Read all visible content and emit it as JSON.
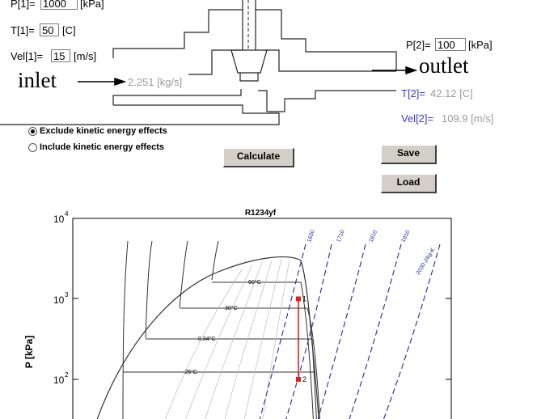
{
  "inputs": {
    "p1_label": "P[1]=",
    "p1_value": "1000",
    "p1_unit": "[kPa]",
    "t1_label": "T[1]=",
    "t1_value": "50",
    "t1_unit": "[C]",
    "vel1_label": "Vel[1]=",
    "vel1_value": "15",
    "vel1_unit": "[m/s]",
    "p2_label": "P[2]=",
    "p2_value": "100",
    "p2_unit": "[kPa]"
  },
  "diagram": {
    "inlet_label": "inlet",
    "outlet_label": "outlet",
    "mass_flow": "2.251 [kg/s]"
  },
  "results": {
    "t2_label": "T[2]=",
    "t2_value": "42.12 [C]",
    "vel2_label": "Vel[2]=",
    "vel2_value": "109.9 [m/s]"
  },
  "options": {
    "exclude_label": "Exclude kinetic energy effects",
    "include_label": "Include kinetic energy effects",
    "selected": "exclude"
  },
  "buttons": {
    "calculate": "Calculate",
    "save": "Save",
    "load": "Load"
  },
  "chart_data": {
    "type": "line",
    "title": "R1234yf",
    "ylabel": "P [kPa]",
    "y_scale": "log",
    "y_ticks": [
      {
        "base": "10",
        "exp": "4"
      },
      {
        "base": "10",
        "exp": "3"
      },
      {
        "base": "10",
        "exp": "2"
      }
    ],
    "isotherm_labels": [
      "60°C",
      "30°C",
      "0.34°C",
      "-25°C"
    ],
    "isentrope_labels": [
      "1630",
      "1710",
      "1810",
      "1910",
      "2030 J/kg-K"
    ],
    "state_points": [
      {
        "label": "1",
        "P_kPa": 1000
      },
      {
        "label": "2",
        "P_kPa": 100
      }
    ],
    "line_color": "#1e2a9c",
    "process_color": "#e02020"
  }
}
